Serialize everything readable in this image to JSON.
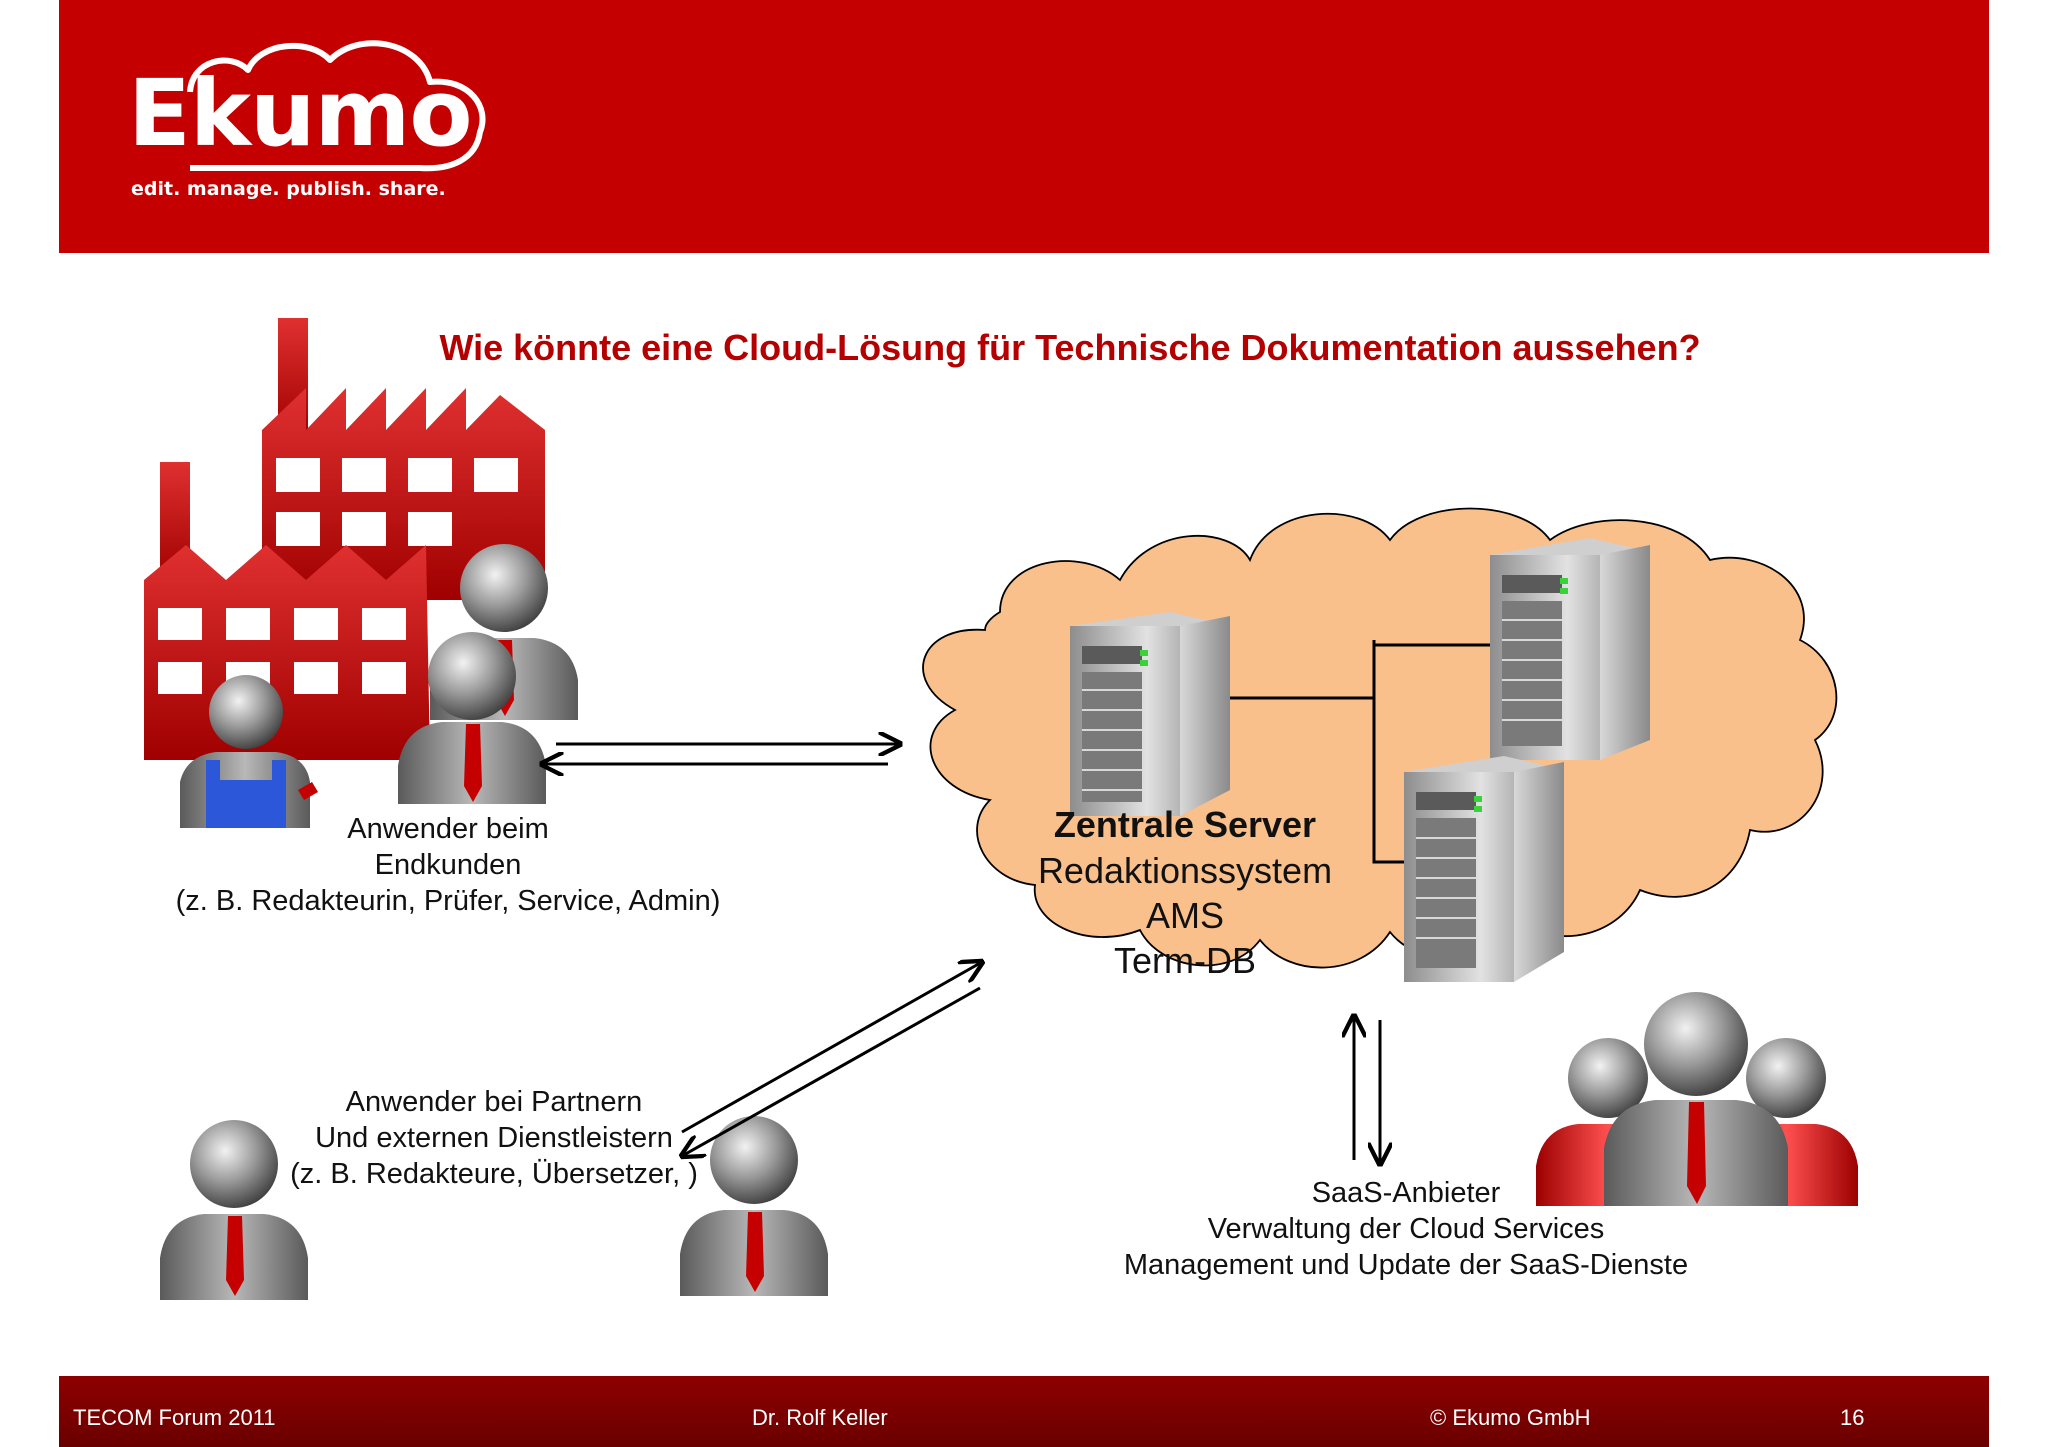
{
  "header": {
    "logo": "Ekumo",
    "tagline": "edit. manage. publish. share."
  },
  "title": "Wie könnte eine Cloud-Lösung für Technische Dokumentation aussehen?",
  "groups": {
    "customer_users": {
      "line1": "Anwender beim",
      "line2": "Endkunden",
      "line3": "(z. B. Redakteurin, Prüfer, Service, Admin)"
    },
    "partner_users": {
      "line1": "Anwender bei Partnern",
      "line2": "Und externen Dienstleistern",
      "line3": "(z. B. Redakteure, Übersetzer, )"
    },
    "saas_provider": {
      "line1": "SaaS-Anbieter",
      "line2": "Verwaltung der Cloud Services",
      "line3": "Management und Update der SaaS-Dienste"
    }
  },
  "cloud": {
    "heading": "Zentrale Server",
    "items": [
      "Redaktionssystem",
      "AMS",
      "Term-DB"
    ]
  },
  "colors": {
    "brand_red": "#c40000",
    "title_red": "#b40000",
    "cloud_fill": "#f9c08c",
    "footer_red": "#7a0000"
  },
  "footer": {
    "event": "TECOM Forum 2011",
    "author": "Dr. Rolf Keller",
    "copyright": "© Ekumo GmbH",
    "page_number": "16"
  }
}
